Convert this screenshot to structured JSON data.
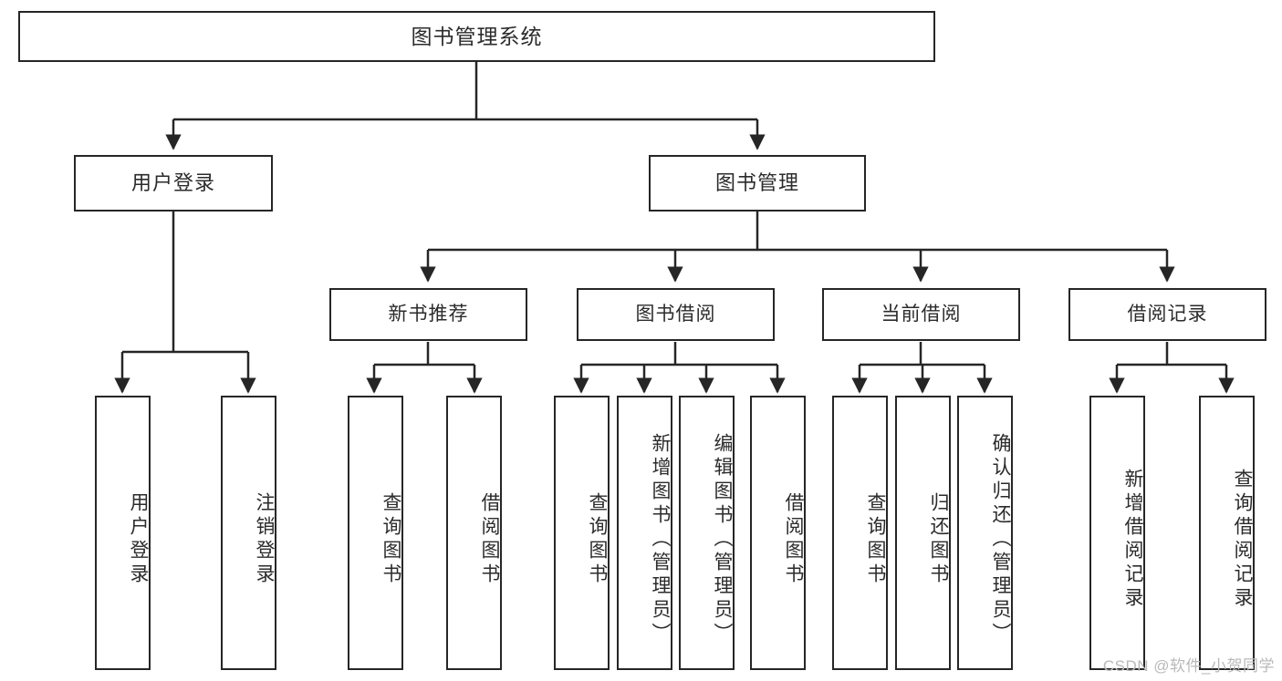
{
  "diagram": {
    "title": "图书管理系统",
    "type": "tree-hierarchy",
    "watermark": "CSDN @软件_小贺同学",
    "colors": {
      "box_border": "#262626",
      "box_fill": "#ffffff",
      "text": "#2b2b2b",
      "connector": "#262626",
      "watermark": "#b9b9b9",
      "background": "#ffffff"
    },
    "nodes": {
      "root": {
        "label": "图书管理系统",
        "level": 1
      },
      "level2": [
        {
          "id": "user-login",
          "label": "用户登录"
        },
        {
          "id": "book-management",
          "label": "图书管理"
        }
      ],
      "level3": [
        {
          "id": "new-book-recommend",
          "label": "新书推荐",
          "parent": "book-management"
        },
        {
          "id": "book-borrow",
          "label": "图书借阅",
          "parent": "book-management"
        },
        {
          "id": "current-borrow",
          "label": "当前借阅",
          "parent": "book-management"
        },
        {
          "id": "borrow-record",
          "label": "借阅记录",
          "parent": "book-management"
        }
      ],
      "leaves": [
        {
          "id": "leaf-user-login",
          "label": "用户登录",
          "parent": "user-login"
        },
        {
          "id": "leaf-logout-login",
          "label": "注销登录",
          "parent": "user-login"
        },
        {
          "id": "leaf-query-book-1",
          "label": "查询图书",
          "parent": "new-book-recommend"
        },
        {
          "id": "leaf-borrow-book-1",
          "label": "借阅图书",
          "parent": "new-book-recommend"
        },
        {
          "id": "leaf-query-book-2",
          "label": "查询图书",
          "parent": "book-borrow"
        },
        {
          "id": "leaf-add-book-admin",
          "label": "新增图书（管理员）",
          "parent": "book-borrow"
        },
        {
          "id": "leaf-edit-book-admin",
          "label": "编辑图书（管理员）",
          "parent": "book-borrow"
        },
        {
          "id": "leaf-borrow-book-2",
          "label": "借阅图书",
          "parent": "book-borrow"
        },
        {
          "id": "leaf-query-book-3",
          "label": "查询图书",
          "parent": "current-borrow"
        },
        {
          "id": "leaf-return-book",
          "label": "归还图书",
          "parent": "current-borrow"
        },
        {
          "id": "leaf-confirm-return-admin",
          "label": "确认归还（管理员）",
          "parent": "current-borrow"
        },
        {
          "id": "leaf-add-borrow-record",
          "label": "新增借阅记录",
          "parent": "borrow-record"
        },
        {
          "id": "leaf-query-borrow-record",
          "label": "查询借阅记录",
          "parent": "borrow-record"
        }
      ]
    }
  }
}
